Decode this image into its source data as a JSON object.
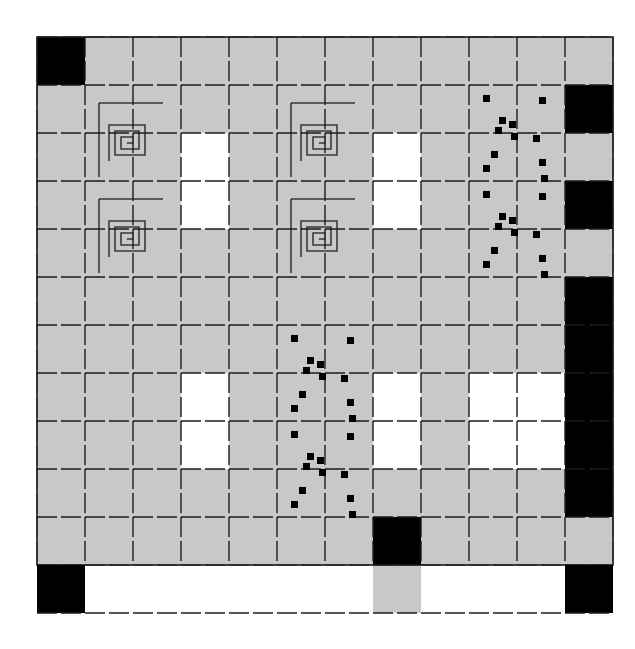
{
  "colors": {
    "background": "#ffffff",
    "cell_fill": "#c8c8c8",
    "black_cell": "#000000",
    "white_cell": "#ffffff",
    "line": "#1a1a1a",
    "marker": "#000000"
  },
  "grid": {
    "columns": 12,
    "rows": 12
  },
  "legend": [],
  "cells": {
    "black": [
      [
        0,
        0
      ],
      [
        0,
        11
      ],
      [
        11,
        11
      ],
      [
        7,
        10
      ],
      [
        11,
        1
      ],
      [
        11,
        3
      ]
    ],
    "white_holes": [
      [
        3,
        2
      ],
      [
        3,
        3
      ],
      [
        7,
        2
      ],
      [
        7,
        3
      ],
      [
        3,
        7
      ],
      [
        3,
        8
      ],
      [
        7,
        7
      ],
      [
        7,
        8
      ],
      [
        9,
        7
      ],
      [
        10,
        7
      ],
      [
        9,
        8
      ],
      [
        10,
        8
      ]
    ],
    "black_column": {
      "col": 11,
      "rows": [
        5,
        6,
        7,
        8,
        9
      ]
    },
    "missing_bottom_row": [
      1,
      2,
      3,
      4,
      5,
      6,
      8,
      9,
      10
    ]
  },
  "icons": {
    "spiral_block": "maze-spiral-icon",
    "dot_cluster": "scatter-dots-icon"
  },
  "spiral_blocks": [
    [
      1,
      1
    ],
    [
      1,
      3
    ],
    [
      5,
      1
    ],
    [
      5,
      3
    ]
  ],
  "dot_blocks": [
    [
      9,
      1
    ],
    [
      9,
      3
    ],
    [
      5,
      6
    ],
    [
      5,
      8
    ]
  ]
}
